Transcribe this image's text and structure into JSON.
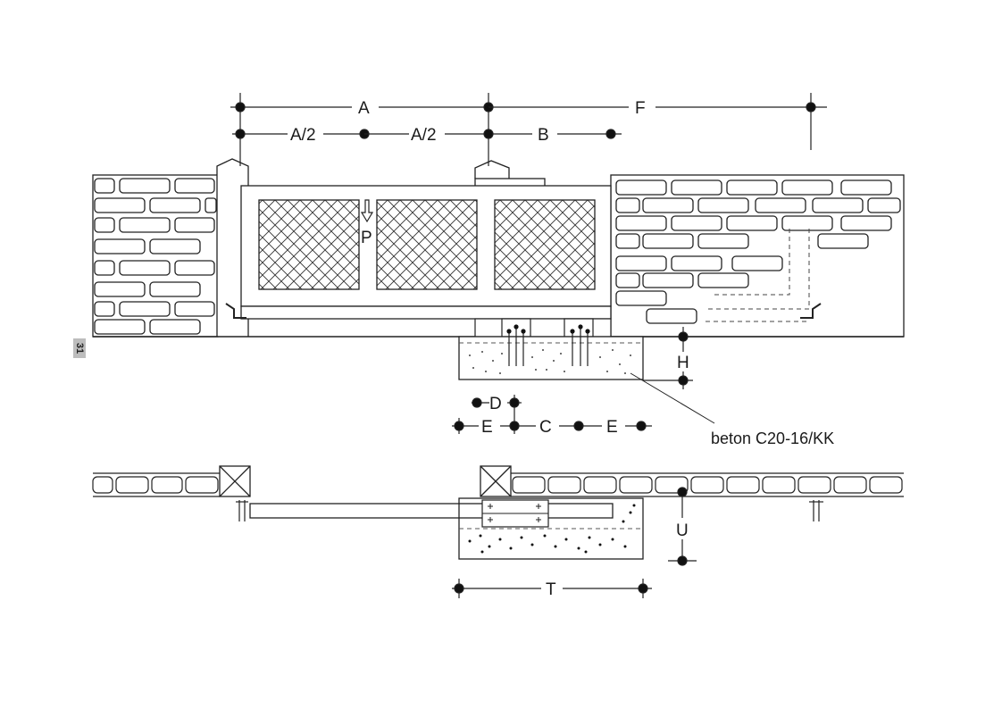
{
  "page_number": "31",
  "dimensions": {
    "A": "A",
    "A_half": "A/2",
    "B": "B",
    "C": "C",
    "D": "D",
    "E": "E",
    "F": "F",
    "H": "H",
    "P": "P",
    "T": "T",
    "U": "U"
  },
  "concrete_label": "beton C20-16/KK"
}
